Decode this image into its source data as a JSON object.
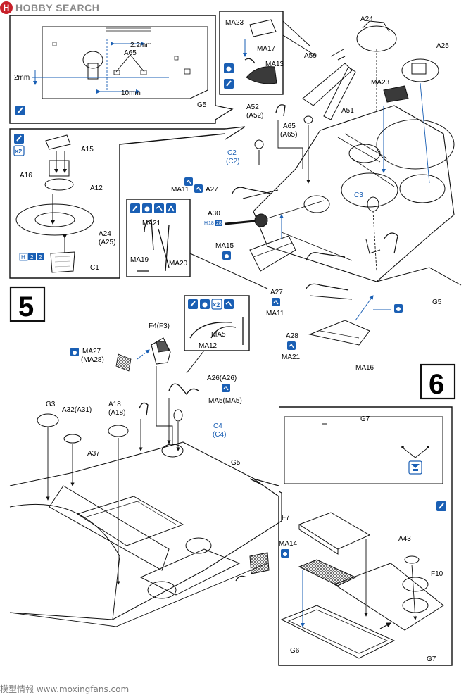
{
  "watermark_top": {
    "brand": "HOBBY SEARCH",
    "logo_letter": "H"
  },
  "watermark_bottom": "模型情報 www.moxingfans.com",
  "steps": {
    "five": "5",
    "six": "6"
  },
  "detail_top": {
    "dim_22": "2.2mm",
    "dim_2": "2mm",
    "dim_10": "10mm",
    "a65": "A65",
    "g5": "G5"
  },
  "detail_ma": {
    "ma23": "MA23",
    "ma17": "MA17",
    "ma13": "MA13"
  },
  "detail_left": {
    "a15": "A15",
    "a16": "A16",
    "a12": "A12",
    "a24": "A24",
    "a25": "(A25)",
    "c1": "C1",
    "x2": "×2",
    "h": "H",
    "h2a": "2",
    "h2b": "2"
  },
  "detail_ma21": {
    "ma21": "MA21",
    "ma19": "MA19",
    "ma20": "MA20"
  },
  "detail_ma5": {
    "ma5": "MA5",
    "ma12": "MA12",
    "x2": "×2"
  },
  "main5": {
    "ma23": "MA23",
    "a24": "A24",
    "a25": "A25",
    "a59": "A59",
    "a51": "A51",
    "a52": "A52",
    "a52b": "(A52)",
    "a65": "A65",
    "a65b": "(A65)",
    "c2": "C2",
    "c2b": "(C2)",
    "ma11": "MA11",
    "a27": "A27",
    "c3": "C3",
    "a30": "A30",
    "h18": "H",
    "h18v": "18",
    "h28": "28",
    "ma15": "MA15",
    "a27b": "A27",
    "ma11b": "MA11",
    "g5": "G5",
    "a28": "A28",
    "ma21": "MA21",
    "ma16": "MA16"
  },
  "main6": {
    "f4": "F4(F3)",
    "ma27": "MA27",
    "ma28": "(MA28)",
    "a26": "A26(A26)",
    "ma5": "MA5(MA5)",
    "a18": "A18",
    "a18b": "(A18)",
    "c4": "C4",
    "c4b": "(C4)",
    "g3": "G3",
    "a32": "A32(A31)",
    "a37": "A37",
    "g5": "G5"
  },
  "detail_g7": {
    "g7top": "G7",
    "f7": "F7",
    "ma14": "MA14",
    "a43": "A43",
    "f10": "F10",
    "g6": "G6",
    "g7": "G7"
  },
  "colors": {
    "accent_blue": "#1a5fb4",
    "line": "#1a1a1a",
    "fill_gray": "#9a9a9a"
  }
}
